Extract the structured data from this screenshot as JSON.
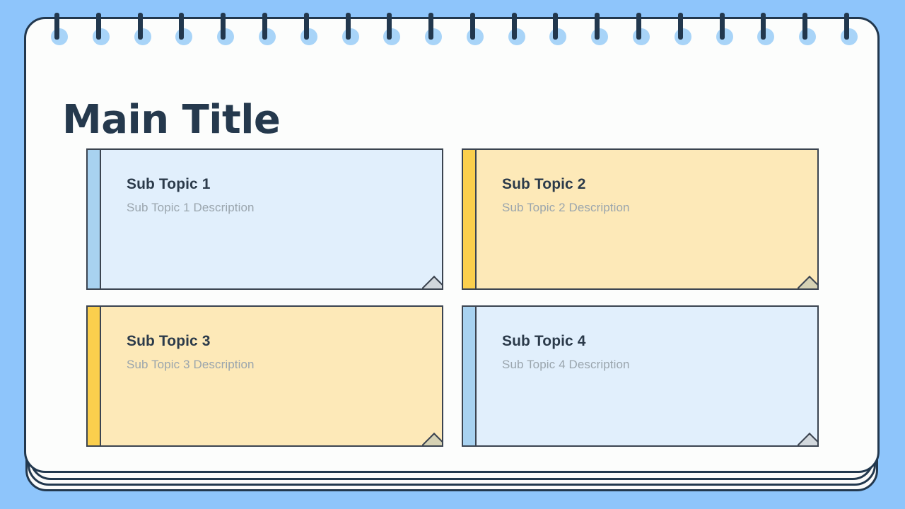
{
  "theme": {
    "background_color": "#8ec5fb",
    "page_color": "#fcfdfc",
    "outline_color": "#22384e",
    "title_color": "#25394d",
    "accent_blue": "#a8d2f0",
    "body_blue": "#e1effc",
    "accent_yellow": "#fbcf4d",
    "body_yellow": "#fde9b8",
    "card_title_color": "#2b3a4a",
    "card_desc_color": "#9aa5ad",
    "spiral_ring_color": "#22384e",
    "spiral_hole_color": "#a8d4f8",
    "fold_blue": "#d2d8dd",
    "fold_yellow": "#d6d2b4"
  },
  "notebook": {
    "spiral_ring_count": 20,
    "sheet_layers": 4
  },
  "header": {
    "title": "Main Title"
  },
  "cards": [
    {
      "id": "sub-topic-1",
      "title": "Sub Topic 1",
      "description": "Sub Topic 1 Description",
      "color": "blue"
    },
    {
      "id": "sub-topic-2",
      "title": "Sub Topic 2",
      "description": "Sub Topic 2 Description",
      "color": "yellow"
    },
    {
      "id": "sub-topic-3",
      "title": "Sub Topic 3",
      "description": "Sub Topic 3 Description",
      "color": "yellow"
    },
    {
      "id": "sub-topic-4",
      "title": "Sub Topic 4",
      "description": "Sub Topic 4 Description",
      "color": "blue"
    }
  ]
}
